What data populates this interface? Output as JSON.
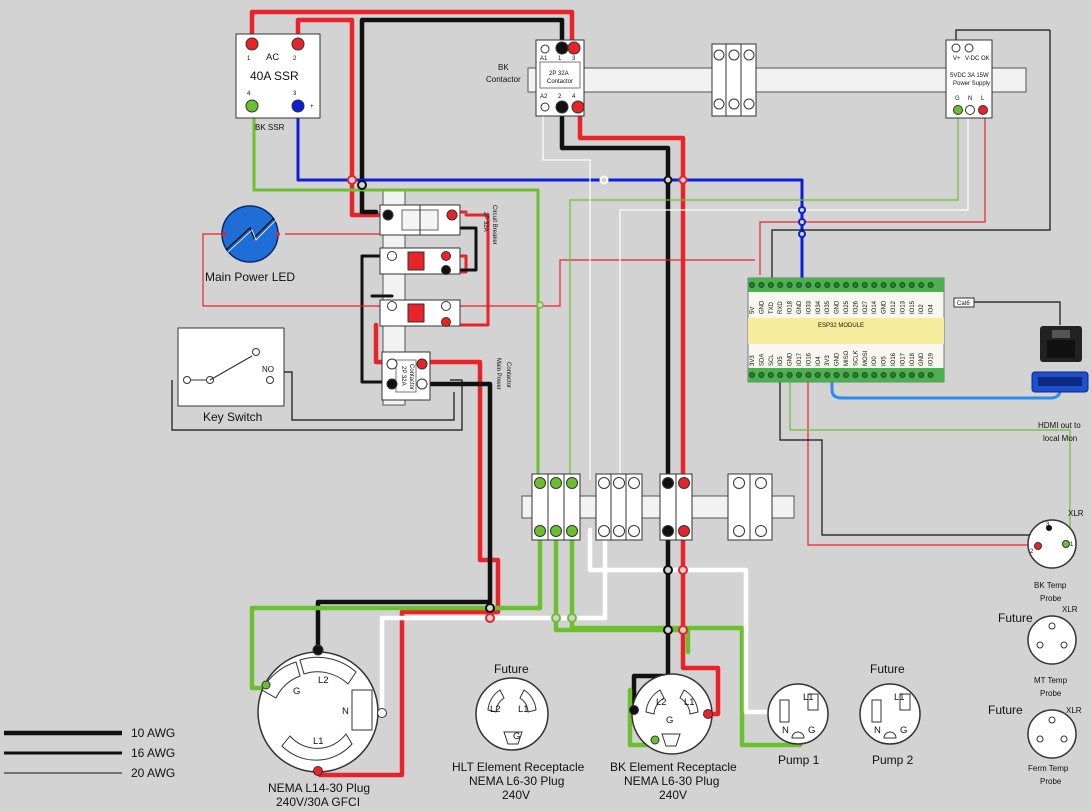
{
  "colors": {
    "background": "#d3d3d3",
    "wire_red": "#e8232a",
    "wire_black": "#111111",
    "wire_green": "#6cc02e",
    "wire_white": "#ffffff",
    "wire_blue": "#0b1ed8",
    "hdmi_blue": "#2a8cf0",
    "led_blue": "#1f6ed8"
  },
  "ssr": {
    "title": "AC",
    "rating": "40A SSR",
    "name": "BK SSR",
    "pin1": "1",
    "pin2": "2",
    "pin3": "3",
    "pin4": "4",
    "plus": "+"
  },
  "bk_contactor": {
    "label_line1": "BK",
    "label_line2": "Contactor",
    "a1": "A1",
    "a2": "A2",
    "t1": "1",
    "t2": "2",
    "t3": "3",
    "t4": "4",
    "face_line1": "2P 32A",
    "face_line2": "Contactor"
  },
  "power_supply": {
    "vplus": "V+",
    "vminus": "V-DC OK",
    "line1": "5VDC 3A 15W",
    "line2": "Power Supply",
    "g": "G",
    "n": "N",
    "l": "L"
  },
  "breaker": {
    "label_line1": "2P 32A",
    "label_line2": "Circuit Breaker"
  },
  "main_contactor": {
    "label_line1": "Main Power",
    "label_line2": "Contactor",
    "face_line1": "2P 32A",
    "face_line2": "Contactor"
  },
  "main_led": {
    "label": "Main Power LED"
  },
  "key_switch": {
    "label": "Key Switch",
    "no": "NO"
  },
  "controller": {
    "top_pins": [
      "5V",
      "GND",
      "TXD",
      "RXD",
      "IO18",
      "GND",
      "IO33",
      "IO34",
      "IO35",
      "GND",
      "IO25",
      "IO26",
      "IO27",
      "IO14",
      "GND",
      "IO12",
      "IO13",
      "IO15",
      "IO2",
      "IO4"
    ],
    "bottom_pins": [
      "3V3",
      "SDA",
      "SCL",
      "IO5",
      "GND",
      "IO17",
      "IO16",
      "IO4",
      "3V3",
      "GND",
      "MISO",
      "SCLK",
      "MOSI",
      "IO0",
      "IO5",
      "IO16",
      "IO17",
      "IO18",
      "GND",
      "IO19"
    ],
    "board_label": "ESP32 MODULE",
    "cat6": "Cat6"
  },
  "hdmi": {
    "line1": "HDMI out to",
    "line2": "local Mon"
  },
  "bk_probe": {
    "xlr": "XLR",
    "line1": "BK Temp",
    "line2": "Probe",
    "p1": "1",
    "p2": "2",
    "p3": "3"
  },
  "mt_probe": {
    "future": "Future",
    "xlr": "XLR",
    "line1": "MT Temp",
    "line2": "Probe"
  },
  "ferm_probe": {
    "future": "Future",
    "xlr": "XLR",
    "line1": "Ferm Temp",
    "line2": "Probe"
  },
  "nema_l14": {
    "g": "G",
    "l2": "L2",
    "n": "N",
    "l1": "L1",
    "line1": "NEMA L14-30 Plug",
    "line2": "240V/30A GFCI"
  },
  "hlt_receptacle": {
    "future": "Future",
    "l2": "L2",
    "l1": "L1",
    "g": "G",
    "line1": "HLT Element Receptacle",
    "line2": "NEMA L6-30 Plug",
    "line3": "240V"
  },
  "bk_receptacle": {
    "l2": "L2",
    "l1": "L1",
    "g": "G",
    "line1": "BK Element Receptacle",
    "line2": "NEMA L6-30 Plug",
    "line3": "240V"
  },
  "pump1": {
    "l1": "L1",
    "n": "N",
    "g": "G",
    "label": "Pump 1"
  },
  "pump2": {
    "future": "Future",
    "l1": "L1",
    "n": "N",
    "g": "G",
    "label": "Pump 2"
  },
  "legend": [
    {
      "label": "10 AWG"
    },
    {
      "label": "16 AWG"
    },
    {
      "label": "20 AWG"
    }
  ]
}
